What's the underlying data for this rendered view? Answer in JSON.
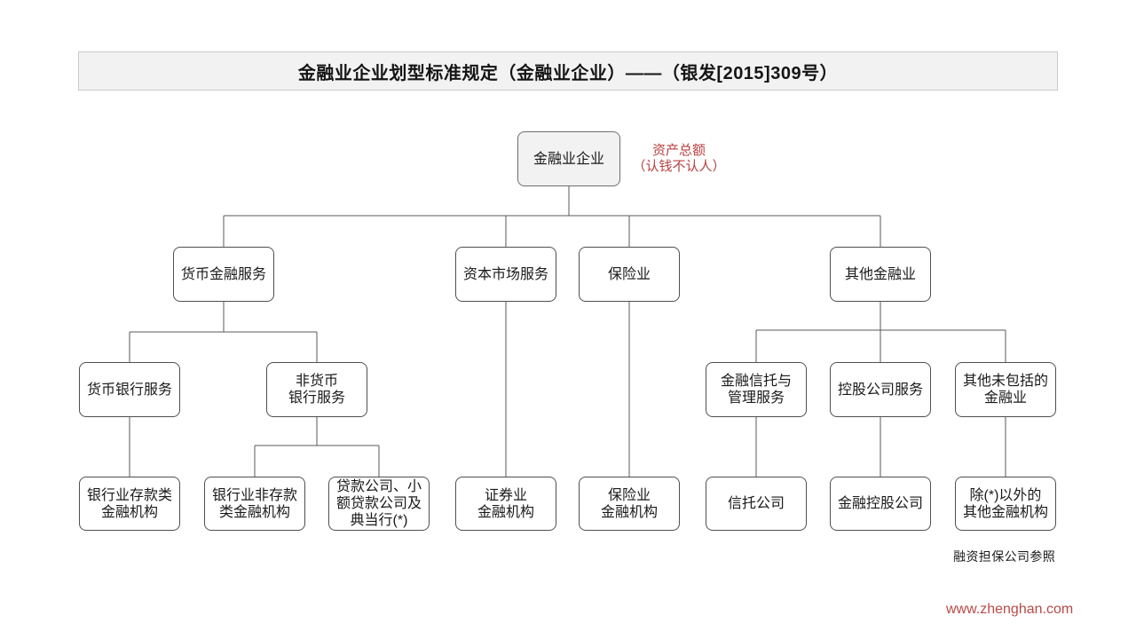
{
  "title_bar": {
    "text": "金融业企业划型标准规定（金融业企业）——（银发[2015]309号）"
  },
  "annotation": {
    "text": "资产总额\n（认钱不认人）"
  },
  "nodes": {
    "root": {
      "label": "金融业企业"
    },
    "monetary_financial_services": {
      "label": "货币金融服务"
    },
    "capital_market_services": {
      "label": "资本市场服务"
    },
    "insurance_industry": {
      "label": "保险业"
    },
    "other_financial_industry": {
      "label": "其他金融业"
    },
    "monetary_banking_services": {
      "label": "货币银行服务"
    },
    "non_monetary_banking_services": {
      "label": "非货币\n银行服务"
    },
    "financial_trust_management": {
      "label": "金融信托与\n管理服务"
    },
    "holding_company_services": {
      "label": "控股公司服务"
    },
    "other_uncovered_financial": {
      "label": "其他未包括的\n金融业"
    },
    "banking_deposit_institutions": {
      "label": "银行业存款类\n金融机构"
    },
    "banking_non_deposit_institutions": {
      "label": "银行业非存款\n类金融机构"
    },
    "loan_pawn_companies": {
      "label": "贷款公司、小\n额贷款公司及\n典当行(*)"
    },
    "securities_institutions": {
      "label": "证券业\n金融机构"
    },
    "insurance_institutions": {
      "label": "保险业\n金融机构"
    },
    "trust_companies": {
      "label": "信托公司"
    },
    "financial_holding_companies": {
      "label": "金融控股公司"
    },
    "other_institutions_except": {
      "label": "除(*)以外的\n其他金融机构"
    }
  },
  "footer": {
    "reference_note": "融资担保公司参照",
    "watermark": "www.zhenghan.com"
  },
  "colors": {
    "accent_red": "#b94140",
    "watermark_red": "#b94a46",
    "box_border": "#4f4f4f",
    "connector_line": "#595959",
    "root_fill": "#f2f2f2",
    "title_bar_fill": "#f2f2f2"
  }
}
